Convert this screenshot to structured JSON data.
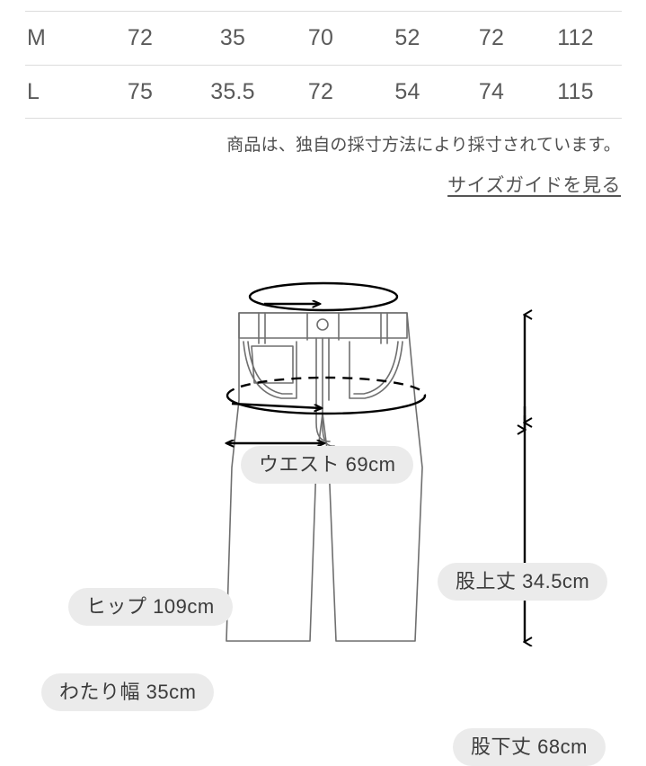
{
  "table": {
    "rows": [
      {
        "size": "M",
        "values": [
          "72",
          "35",
          "70",
          "52",
          "72",
          "112"
        ]
      },
      {
        "size": "L",
        "values": [
          "75",
          "35.5",
          "72",
          "54",
          "74",
          "115"
        ]
      }
    ]
  },
  "notes": {
    "measure_note": "商品は、独自の採寸方法により採寸されています。",
    "guide_link": "サイズガイドを見る"
  },
  "diagram": {
    "labels": {
      "waist": "ウエスト 69cm",
      "hip": "ヒップ 109cm",
      "thigh": "わたり幅 35cm",
      "rise": "股上丈 34.5cm",
      "inseam": "股下丈 68cm"
    }
  },
  "colors": {
    "pill_background": "#ebebeb",
    "text": "#3b3b3b",
    "table_text": "#5a5a5a",
    "rule": "#dcdcdc",
    "garment_outline": "#6f6f6f",
    "measure_line": "#000000",
    "page_background": "#ffffff"
  }
}
